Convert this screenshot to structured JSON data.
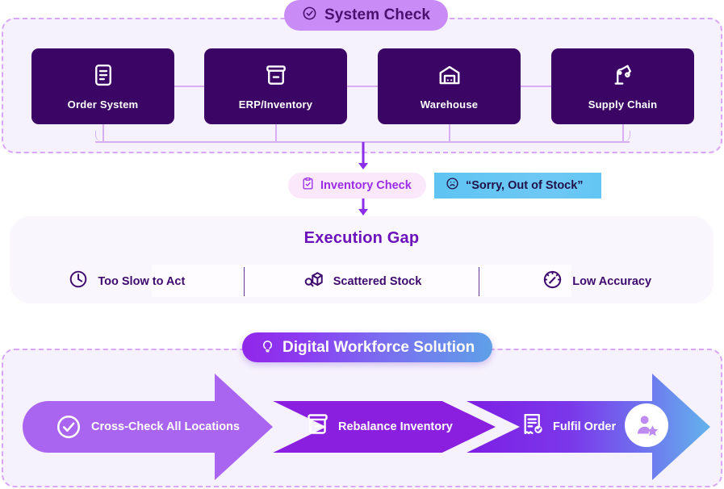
{
  "system_check": {
    "title": "System Check",
    "title_icon": "check-circle-icon",
    "cards": [
      {
        "label": "Order System",
        "icon": "document-list-icon"
      },
      {
        "label": "ERP/Inventory",
        "icon": "box-archive-icon"
      },
      {
        "label": "Warehouse",
        "icon": "warehouse-icon"
      },
      {
        "label": "Supply Chain",
        "icon": "robot-arm-icon"
      }
    ],
    "border_color": "#d9a6f5",
    "card_color": "#3b0566",
    "connector_color": "#d7aef2"
  },
  "status_band": {
    "chip_label": "Inventory Check",
    "chip_icon": "clipboard-check-icon",
    "chip_bg": "#fbe9fb",
    "chip_text_color": "#9b2ce8",
    "message": "“Sorry, Out of Stock”",
    "message_icon": "sad-face-icon",
    "band_color": "#63c6f3",
    "message_text_color": "#221049"
  },
  "execution_gap": {
    "title": "Execution Gap",
    "title_color": "#6b12bb",
    "card_bg": "#faf6fe",
    "items": [
      {
        "label": "Too Slow to Act",
        "icon": "clock-icon"
      },
      {
        "label": "Scattered Stock",
        "icon": "box-search-icon"
      },
      {
        "label": "Low Accuracy",
        "icon": "gauge-icon"
      }
    ]
  },
  "solution": {
    "title": "Digital Workforce Solution",
    "title_icon": "lightbulb-icon",
    "title_gradient_from": "#9126e8",
    "title_gradient_to": "#5fa0e8",
    "steps": [
      {
        "label": "Cross-Check All Locations",
        "icon": "check-circle-icon",
        "color": "#a964f0"
      },
      {
        "label": "Rebalance Inventory",
        "icon": "box-archive-icon",
        "color": "#8b1fe0"
      },
      {
        "label": "Fulfil Order",
        "icon": "invoice-check-icon",
        "color": "#7c3ae8"
      }
    ],
    "badge_icon": "user-star-icon"
  }
}
